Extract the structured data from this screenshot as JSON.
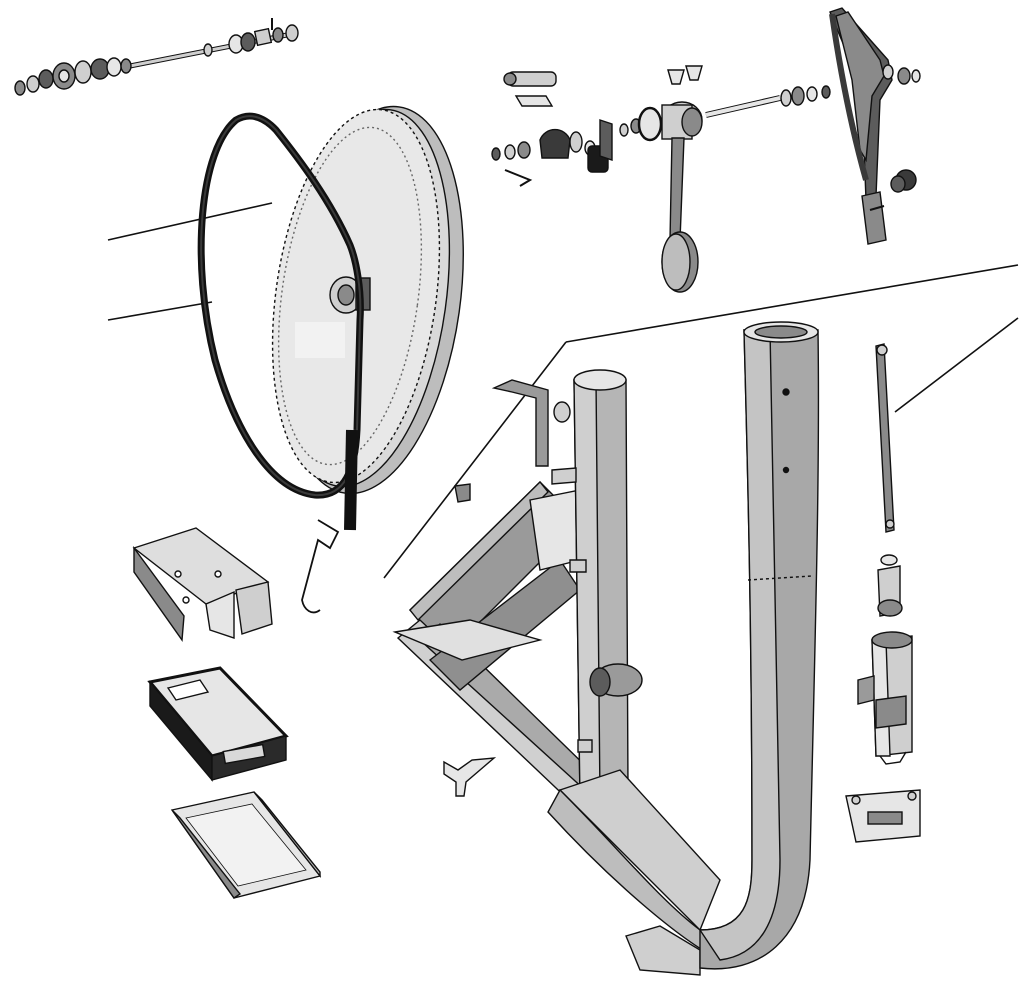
{
  "diagram": {
    "style": "grayscale exploded-view line illustration",
    "colors": {
      "background": "#ffffff",
      "line": "#111111",
      "dark": "#1a1a1a",
      "mid": "#8a8a8a",
      "light": "#cfcfcf",
      "pale": "#e6e6e6",
      "shade": "#5c5c5c"
    },
    "parts": [
      {
        "name": "crank-axle-assembly"
      },
      {
        "name": "flywheel"
      },
      {
        "name": "drive-belt"
      },
      {
        "name": "pedal-arm-assembly"
      },
      {
        "name": "handlebar-arm"
      },
      {
        "name": "main-frame"
      },
      {
        "name": "upright-tube"
      },
      {
        "name": "linkage-rod"
      },
      {
        "name": "adjustment-knob"
      },
      {
        "name": "tension-actuator"
      },
      {
        "name": "mounting-bracket"
      },
      {
        "name": "motor-bracket"
      },
      {
        "name": "wire-hook"
      },
      {
        "name": "control-box"
      },
      {
        "name": "tray-plate"
      },
      {
        "name": "small-bracket"
      }
    ],
    "leader_line_count": 6
  }
}
